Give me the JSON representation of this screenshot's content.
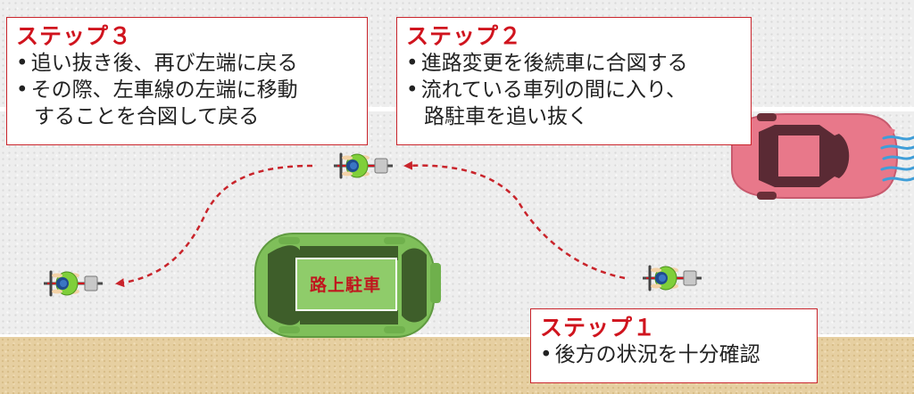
{
  "diagram": {
    "parked_car_label": "路上駐車",
    "steps": [
      {
        "title": "ステップ３",
        "lines": [
          {
            "text": "追い抜き後、再び左端に戻る",
            "bullet": true
          },
          {
            "text": "その際、左車線の左端に移動",
            "bullet": true
          },
          {
            "text": "することを合図して戻る",
            "bullet": false
          }
        ]
      },
      {
        "title": "ステップ２",
        "lines": [
          {
            "text": "進路変更を後続車に合図する",
            "bullet": true
          },
          {
            "text": "流れている車列の間に入り、",
            "bullet": true
          },
          {
            "text": "路駐車を追い抜く",
            "bullet": false
          }
        ]
      },
      {
        "title": "ステップ１",
        "lines": [
          {
            "text": "後方の状況を十分確認",
            "bullet": true
          }
        ]
      }
    ],
    "bullet_glyph": "•",
    "colors": {
      "accent_red": "#d0141e",
      "parked_car": "#7fbf5a",
      "moving_car": "#e8788a",
      "cyclist_shirt": "#7fcf3a",
      "road": "#eeeeee",
      "sidewalk": "#e6cfa1"
    },
    "icons": {
      "parked_car": "car-top-view-icon",
      "moving_car": "car-top-view-icon",
      "cyclist": "bicycle-rider-top-view-icon",
      "wind": "wind-lines-icon"
    }
  }
}
